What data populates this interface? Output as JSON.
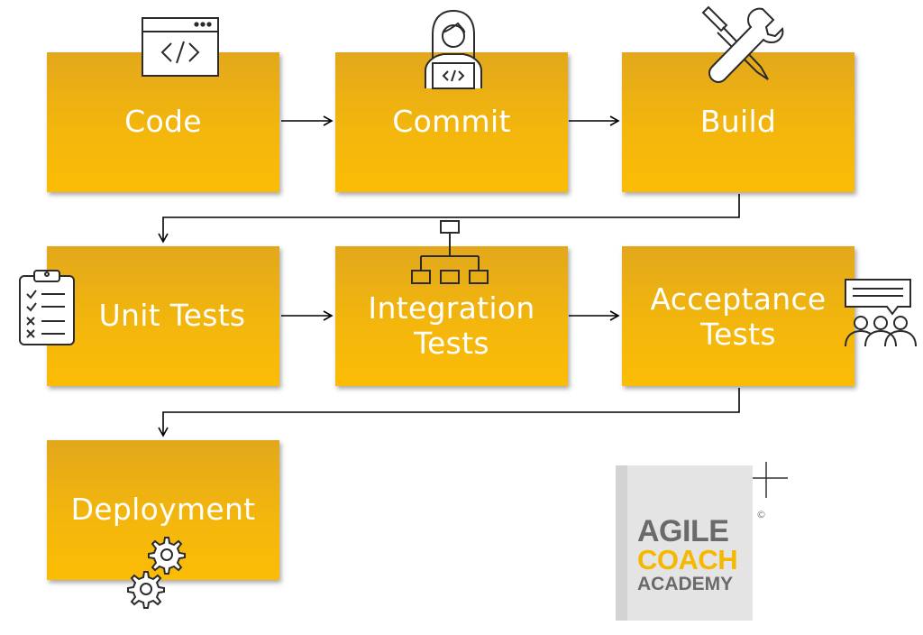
{
  "steps": [
    {
      "id": "code",
      "label": "Code"
    },
    {
      "id": "commit",
      "label": "Commit"
    },
    {
      "id": "build",
      "label": "Build"
    },
    {
      "id": "unit",
      "label": "Unit Tests"
    },
    {
      "id": "integration",
      "label": "Integration\nTests"
    },
    {
      "id": "acceptance",
      "label": "Acceptance\nTests"
    },
    {
      "id": "deploy",
      "label": "Deployment"
    }
  ],
  "logo": {
    "line1": "AGILE",
    "line2": "COACH",
    "line3": "ACADEMY",
    "copyright": "©",
    "colors": {
      "gray": "#6a6a6a",
      "accent": "#f5b800"
    }
  },
  "colors": {
    "box": "#f3b60c",
    "box_text": "#ffffff",
    "connector": "#000000"
  },
  "icons": [
    "code-window-icon",
    "developer-laptop-icon",
    "wrench-screwdriver-icon",
    "checklist-clipboard-icon",
    "hierarchy-icon",
    "feedback-team-icon",
    "gears-icon"
  ]
}
